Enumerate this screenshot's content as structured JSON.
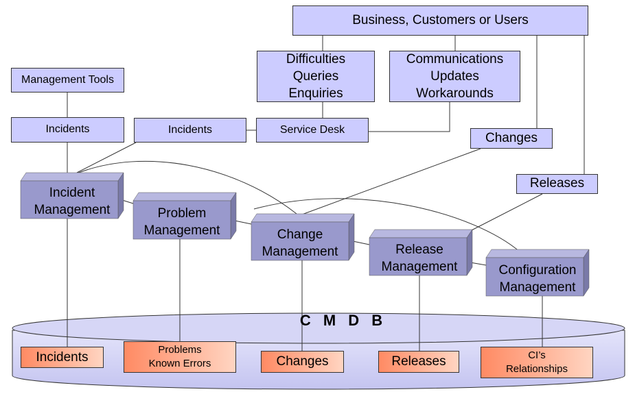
{
  "top": {
    "business": "Business, Customers or Users",
    "difficulties": "Difficulties\nQueries\nEnquiries",
    "communications": "Communications\nUpdates\nWorkarounds",
    "management_tools": "Management Tools",
    "incidents_left": "Incidents",
    "incidents_mid": "Incidents",
    "service_desk": "Service Desk",
    "changes": "Changes",
    "releases": "Releases"
  },
  "processes": {
    "incident": "Incident\nManagement",
    "problem": "Problem\nManagement",
    "change": "Change\nManagement",
    "release": "Release\nManagement",
    "configuration": "Configuration\nManagement"
  },
  "cmdb": {
    "title": "C M D B",
    "incidents": "Incidents",
    "problems": "Problems\nKnown Errors",
    "changes": "Changes",
    "releases": "Releases",
    "cis": "CI’s\nRelationships"
  },
  "colors": {
    "box_fill": "#ccccff",
    "process_front": "#9999cc",
    "process_top": "#b8b8e0",
    "process_side": "#7a7aa8",
    "store_from": "#ff8a63",
    "store_to": "#ffd5c2",
    "cylinder": "#ccccff"
  }
}
